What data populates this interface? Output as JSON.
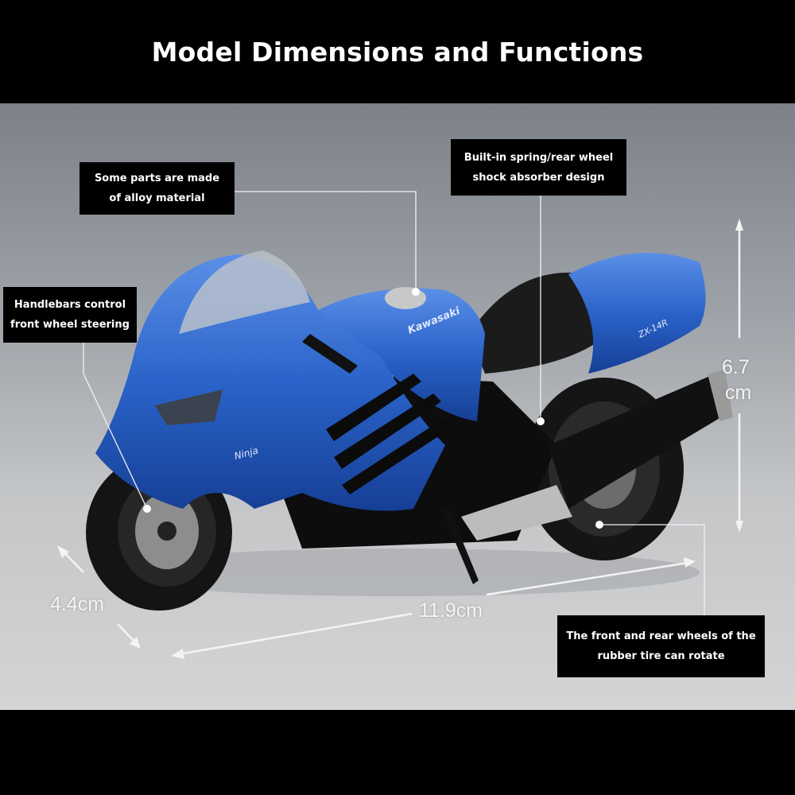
{
  "title": "Model Dimensions and Functions",
  "callouts": {
    "alloy": [
      "Some parts are made",
      "of alloy material"
    ],
    "spring": [
      "Built-in spring/rear wheel",
      "shock absorber design"
    ],
    "handlebars": [
      "Handlebars control",
      "front wheel steering"
    ],
    "wheels": [
      "The front and rear wheels of the",
      "rubber tire can rotate"
    ]
  },
  "dimensions": {
    "height_value": "6.7",
    "height_unit": "cm",
    "length": "11.9cm",
    "width": "4.4cm"
  },
  "bike_decals": {
    "brand": "Kawasaki",
    "model": "Ninja",
    "variant": "ZX-14R"
  },
  "colors": {
    "bike_blue": "#2a63c9",
    "callout_bg": "#000000"
  }
}
